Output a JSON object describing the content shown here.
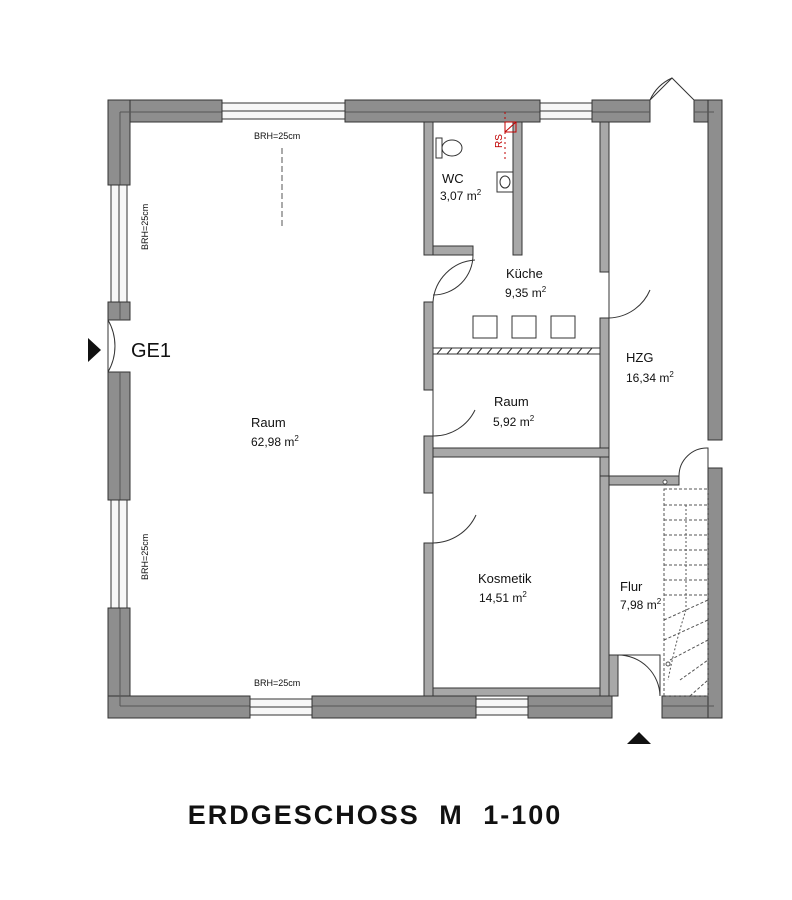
{
  "title": "ERDGESCHOSS  M 1-100",
  "entrance_label": "GE1",
  "sill_labels": {
    "top": "BRH=25cm",
    "bottom": "BRH=25cm",
    "left_upper": "BRH=25cm",
    "left_lower": "BRH=25cm"
  },
  "riser_label": "RS",
  "area_unit": "m",
  "area_exp": "2",
  "rooms": {
    "raum_main": {
      "name": "Raum",
      "area": "62,98"
    },
    "wc": {
      "name": "WC",
      "area": "3,07"
    },
    "kueche": {
      "name": "Küche",
      "area": "9,35"
    },
    "raum_small": {
      "name": "Raum",
      "area": "5,92"
    },
    "hzg": {
      "name": "HZG",
      "area": "16,34"
    },
    "kosmetik": {
      "name": "Kosmetik",
      "area": "14,51"
    },
    "flur": {
      "name": "Flur",
      "area": "7,98"
    }
  },
  "colors": {
    "wall_fill": "#8e8e8e",
    "wall_line": "#333333",
    "riser": "#c00000"
  }
}
